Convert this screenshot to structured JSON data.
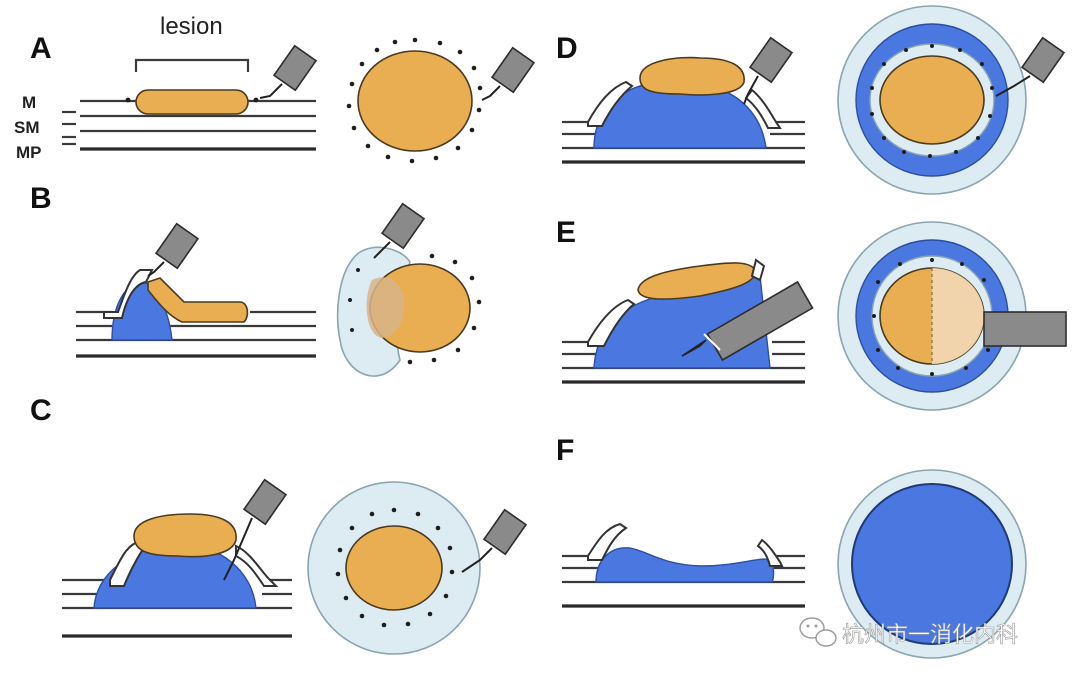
{
  "panels": {
    "a": {
      "letter": "A"
    },
    "b": {
      "letter": "B"
    },
    "c": {
      "letter": "C"
    },
    "d": {
      "letter": "D"
    },
    "e": {
      "letter": "E"
    },
    "f": {
      "letter": "F"
    }
  },
  "layers": {
    "m": "M",
    "sm": "SM",
    "mp": "MP"
  },
  "lesion_label": "lesion",
  "watermark": {
    "text": "杭州市一消化内科",
    "icon": "wechat-icon"
  },
  "colors": {
    "lesion": "#e9ad52",
    "submucosa_injection": "#4a78e0",
    "mucosa_ring": "#dcecf2",
    "knife": "#8a8a8a"
  }
}
